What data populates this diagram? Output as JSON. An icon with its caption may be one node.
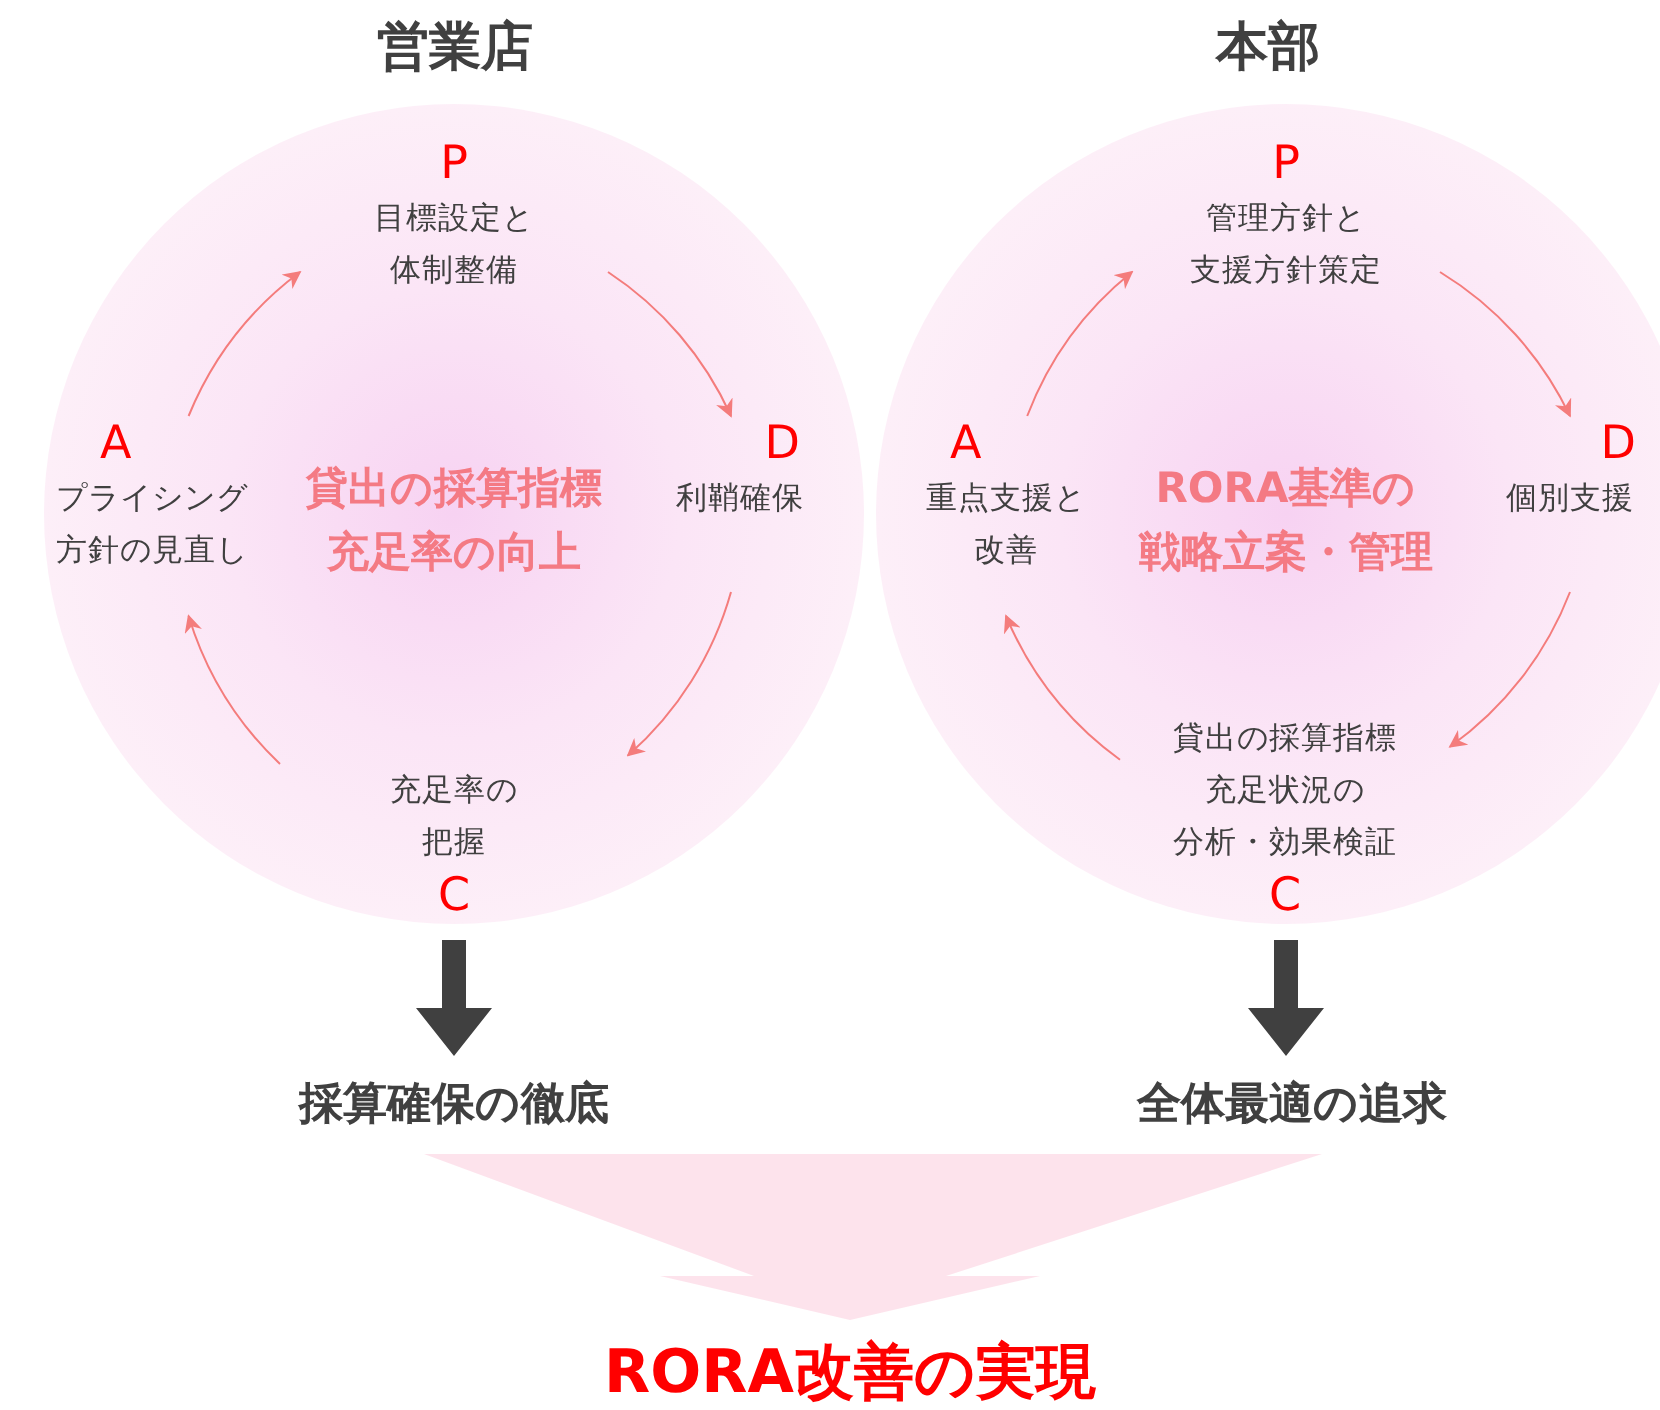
{
  "diagram": {
    "nodes": [
      {
        "text": [
          "営業店",
          "貸出の採算指標充足率の向上"
        ]
      },
      {
        "text": [
          "P",
          "目標設定と体制整備"
        ],
        "in": 0
      },
      {
        "text": [
          "D",
          "利鞘確保"
        ],
        "in": 0
      },
      {
        "text": [
          "充足率の把握",
          "C"
        ],
        "in": 0
      },
      {
        "text": [
          "A",
          "プライシング方針の見直し"
        ],
        "in": 0
      },
      {
        "text": [
          "本部",
          "RORA基準の戦略立案・管理"
        ]
      },
      {
        "text": [
          "P",
          "管理方針と支援方針策定"
        ],
        "in": 5
      },
      {
        "text": [
          "D",
          "個別支援"
        ],
        "in": 5
      },
      {
        "text": [
          "貸出の採算指標充足状況の分析・効果検証",
          "C"
        ],
        "in": 5
      },
      {
        "text": [
          "A",
          "重点支援と改善"
        ],
        "in": 5
      },
      {
        "text": [
          "採算確保の徹底"
        ]
      },
      {
        "text": [
          "全体最適の追求"
        ]
      },
      {
        "text": [
          "RORA改善の実現"
        ]
      }
    ],
    "edges": [
      {
        "from": 1,
        "to": 2,
        "arrow": "to"
      },
      {
        "from": 2,
        "to": 3,
        "arrow": "to"
      },
      {
        "from": 3,
        "to": 4,
        "arrow": "to"
      },
      {
        "from": 4,
        "to": 1,
        "arrow": "to"
      },
      {
        "from": 6,
        "to": 7,
        "arrow": "to"
      },
      {
        "from": 7,
        "to": 8,
        "arrow": "to"
      },
      {
        "from": 8,
        "to": 9,
        "arrow": "to"
      },
      {
        "from": 9,
        "to": 6,
        "arrow": "to"
      },
      {
        "from": 0,
        "to": 10,
        "arrow": "to",
        "style": "thick",
        "color": "#404040"
      },
      {
        "from": 5,
        "to": 11,
        "arrow": "to",
        "style": "thick",
        "color": "#404040"
      },
      {
        "from": 10,
        "to": 12,
        "arrow": "to",
        "style": "thick",
        "color": "#fde3ec"
      },
      {
        "from": 11,
        "to": 12,
        "arrow": "to",
        "style": "thick",
        "color": "#fde3ec"
      }
    ]
  }
}
